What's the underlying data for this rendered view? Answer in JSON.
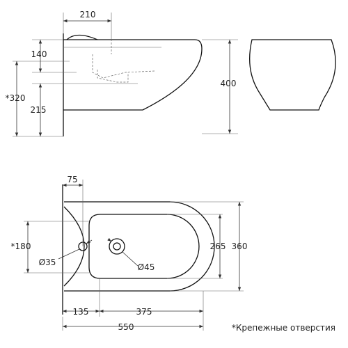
{
  "side_view": {
    "width_label": "210",
    "top_offset_label": "140",
    "drain_height_label": "215",
    "hole_height_label": "*320",
    "total_height_label": "400"
  },
  "top_view": {
    "depth_label": "75",
    "bolt_spacing_label": "*180",
    "hole_diameter_small_label": "Ø35",
    "hole_diameter_large_label": "Ø45",
    "inner_width_label": "265",
    "outer_width_label": "360",
    "tap_offset_label": "135",
    "bowl_length_label": "375",
    "total_length_label": "550"
  },
  "footnote": "*Крепежные отверстия"
}
